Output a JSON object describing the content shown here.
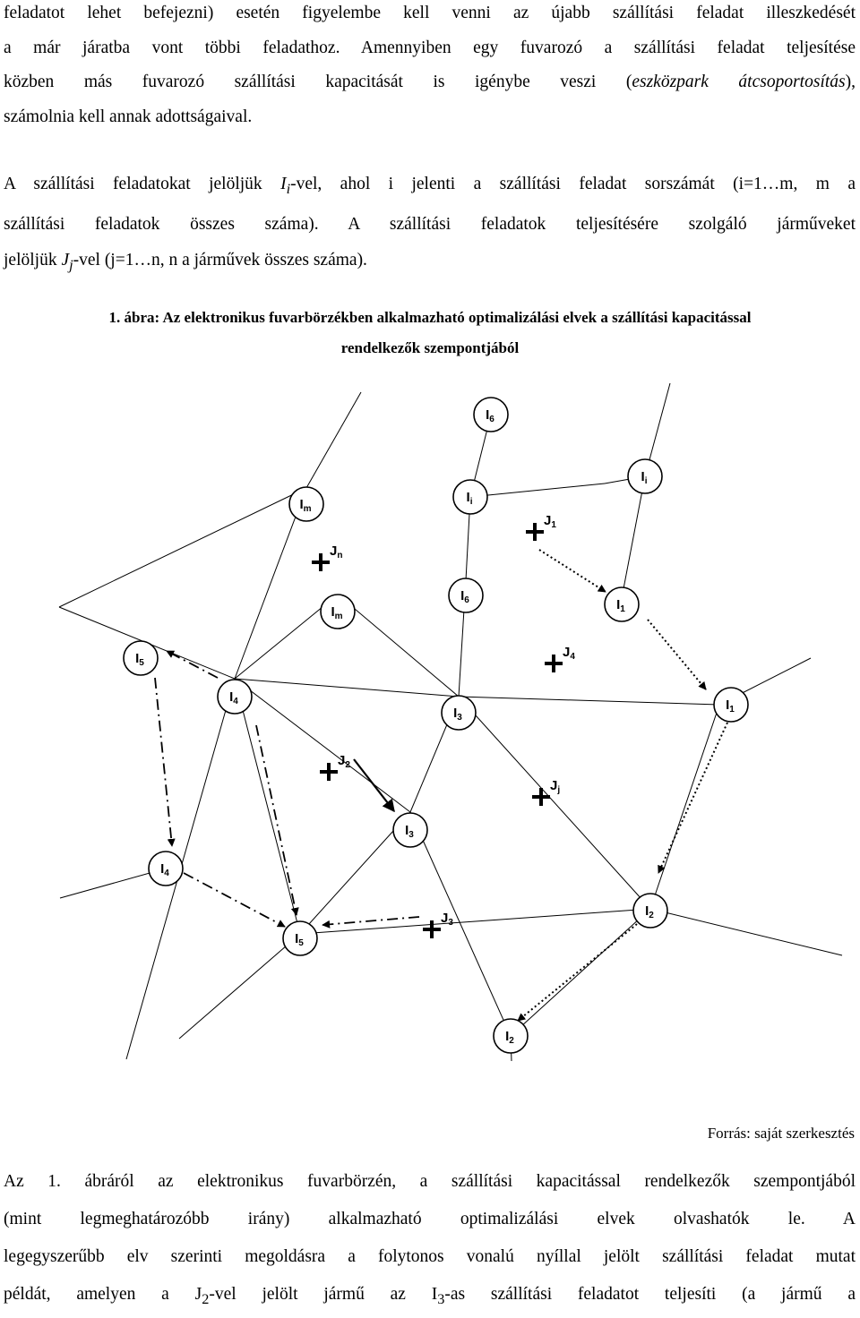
{
  "text": {
    "p1": [
      "feladatot lehet befejezni) esetén figyelembe kell venni az újabb szállítási feladat illeszkedését",
      "a már járatba vont többi feladathoz. Amennyiben egy fuvarozó a szállítási feladat teljesítése",
      "közben más fuvarozó szállítási kapacitását is igénybe veszi (",
      "eszközpark átcsoportosítás",
      "),",
      "számolnia kell annak adottságaival."
    ],
    "p2": {
      "l1a": "A szállítási feladatokat jelöljük ",
      "l1var": "I",
      "l1sub": "i",
      "l1b": "-vel, ahol i jelenti a szállítási feladat sorszámát (i=1…m, m a",
      "l2": "szállítási feladatok összes száma). A szállítási feladatok teljesítésére szolgáló járműveket",
      "l3a": "jelöljük ",
      "l3var": "J",
      "l3sub": "j",
      "l3b": "-vel (j=1…n, n a járművek összes száma)."
    },
    "caption": [
      "1. ábra: Az elektronikus fuvarbörzékben alkalmazható optimalizálási elvek a szállítási kapacitással",
      "rendelkezők szempontjából"
    ],
    "source": "Forrás: saját szerkesztés",
    "p3": [
      "Az 1. ábráról az elektronikus fuvarbörzén, a szállítási kapacitással rendelkezők szempontjából",
      "(mint legmeghatározóbb irány) alkalmazható optimalizálási elvek olvashatók le. A",
      "legegyszerűbb elv szerinti megoldásra a folytonos vonalú nyíllal jelölt szállítási feladat mutat",
      "példát, amelyen a J",
      "2",
      "-vel jelölt jármű az I",
      "3",
      "-as szállítási feladatot teljesíti (a jármű a"
    ]
  },
  "diagram": {
    "nodes": [
      {
        "id": "I6a",
        "base": "I",
        "sub": "6"
      },
      {
        "id": "Ii_a",
        "base": "I",
        "sub": "i"
      },
      {
        "id": "Im_a",
        "base": "I",
        "sub": "m"
      },
      {
        "id": "Ii_b",
        "base": "I",
        "sub": "i"
      },
      {
        "id": "Im_b",
        "base": "I",
        "sub": "m"
      },
      {
        "id": "I6b",
        "base": "I",
        "sub": "6"
      },
      {
        "id": "I1a",
        "base": "I",
        "sub": "1"
      },
      {
        "id": "I5a",
        "base": "I",
        "sub": "5"
      },
      {
        "id": "I4a",
        "base": "I",
        "sub": "4"
      },
      {
        "id": "I3a",
        "base": "I",
        "sub": "3"
      },
      {
        "id": "I1b",
        "base": "I",
        "sub": "1"
      },
      {
        "id": "I3b",
        "base": "I",
        "sub": "3"
      },
      {
        "id": "I4b",
        "base": "I",
        "sub": "4"
      },
      {
        "id": "I2a",
        "base": "I",
        "sub": "2"
      },
      {
        "id": "I5b",
        "base": "I",
        "sub": "5"
      },
      {
        "id": "I2b",
        "base": "I",
        "sub": "2"
      }
    ],
    "vehicles": [
      {
        "id": "J1",
        "base": "J",
        "sub": "1"
      },
      {
        "id": "Jn",
        "base": "J",
        "sub": "n"
      },
      {
        "id": "J4",
        "base": "J",
        "sub": "4"
      },
      {
        "id": "J2",
        "base": "J",
        "sub": "2"
      },
      {
        "id": "Jj",
        "base": "J",
        "sub": "j"
      },
      {
        "id": "J3",
        "base": "J",
        "sub": "3"
      }
    ]
  }
}
